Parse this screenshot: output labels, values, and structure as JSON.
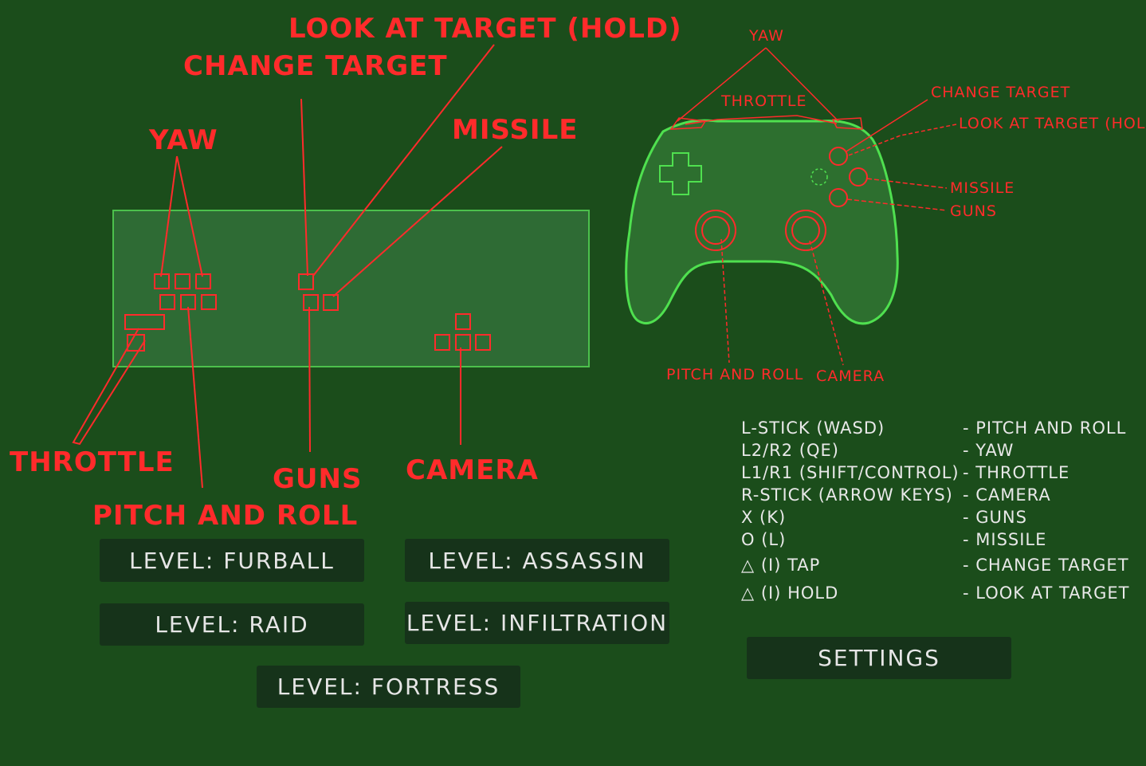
{
  "keyboard_labels": {
    "look_at_target": "LOOK AT TARGET (HOLD)",
    "change_target": "CHANGE TARGET",
    "yaw": "YAW",
    "missile": "MISSILE",
    "throttle": "THROTTLE",
    "guns": "GUNS",
    "camera": "CAMERA",
    "pitch_and_roll": "PITCH AND ROLL"
  },
  "controller_labels": {
    "yaw": "YAW",
    "throttle": "THROTTLE",
    "change_target": "CHANGE TARGET",
    "look_at_target": "LOOK AT TARGET (HOLD)",
    "missile": "MISSILE",
    "guns": "GUNS",
    "pitch_and_roll": "PITCH AND ROLL",
    "camera": "CAMERA"
  },
  "mappings": [
    {
      "input": "L-STICK (WASD)",
      "action": "- PITCH AND ROLL"
    },
    {
      "input": "L2/R2 (QE)",
      "action": "- YAW"
    },
    {
      "input": "L1/R1 (SHIFT/CONTROL)",
      "action": "- THROTTLE"
    },
    {
      "input": "R-STICK (ARROW KEYS)",
      "action": "- CAMERA"
    },
    {
      "input": "X (K)",
      "action": "- GUNS"
    },
    {
      "input": "O (L)",
      "action": "- MISSILE"
    },
    {
      "input": "△ (I) TAP",
      "action": "- CHANGE TARGET"
    },
    {
      "input": "△ (I) HOLD",
      "action": "- LOOK AT TARGET"
    }
  ],
  "levels": {
    "furball": "LEVEL: FURBALL",
    "assassin": "LEVEL: ASSASSIN",
    "raid": "LEVEL: RAID",
    "infiltration": "LEVEL: INFILTRATION",
    "fortress": "LEVEL: FORTRESS"
  },
  "settings_label": "SETTINGS",
  "colors": {
    "background": "#1b4d1b",
    "annotation_red": "#ff2b2b",
    "controller_green": "#4fe04f",
    "button_bg": "#16331a",
    "text_light": "#e6e6e6"
  }
}
